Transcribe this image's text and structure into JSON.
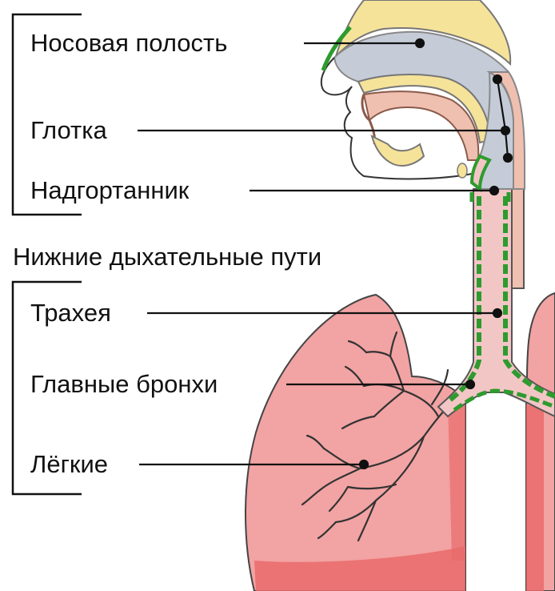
{
  "groups": {
    "lower_tract": "Нижние дыхательные пути"
  },
  "labels": {
    "nasal_cavity": "Носовая полость",
    "pharynx": "Глотка",
    "epiglottis": "Надгортанник",
    "trachea": "Трахея",
    "main_bronchi": "Главные бронхи",
    "lungs": "Лёгкие"
  },
  "colors": {
    "lung_fill": "#f2a3a3",
    "lung_edge": "#444444",
    "lung_shadow": "#ea6b6b",
    "airway_fill": "#f3c6c6",
    "cavity_fill": "#c5ccd8",
    "bone_fill": "#f6e39a",
    "mucosa_green": "#2e9b2e",
    "tissue_fill": "#efc0b0",
    "leader": "#111111"
  }
}
